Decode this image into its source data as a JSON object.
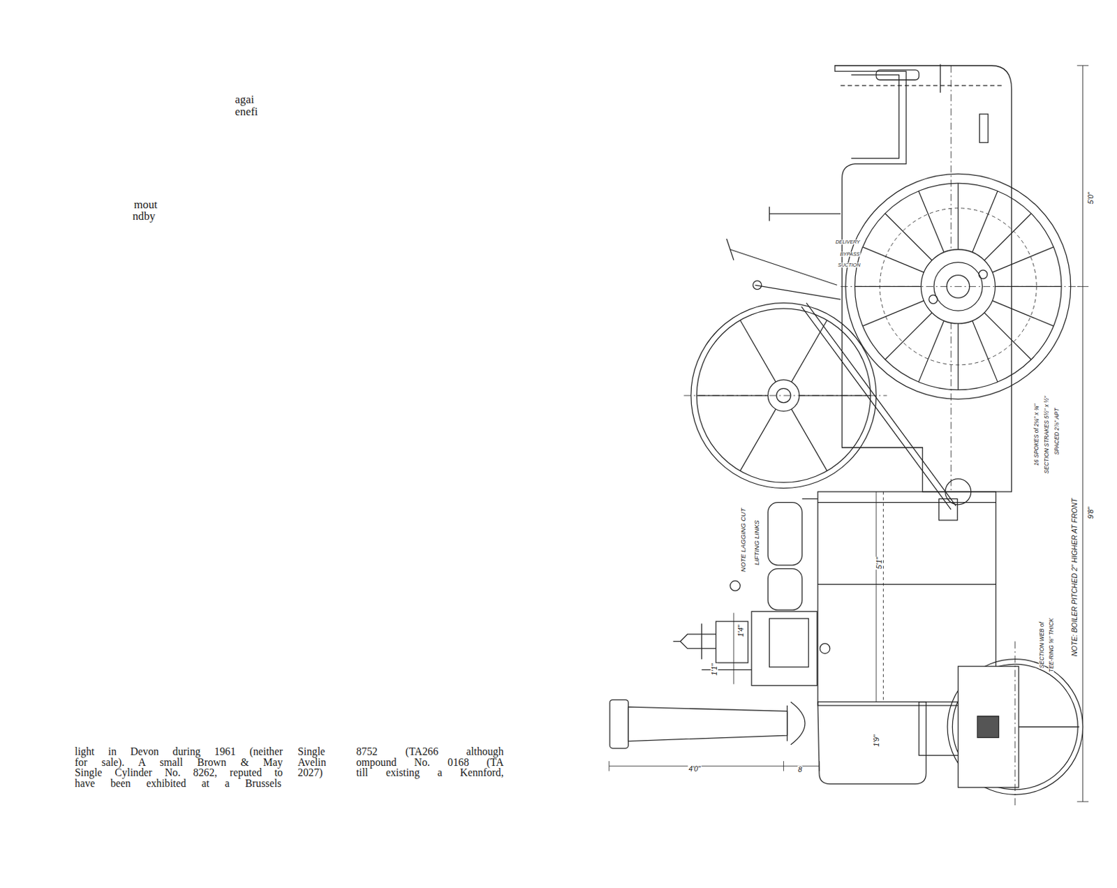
{
  "diagram": {
    "labels": [
      "agai",
      "enefi",
      "mout",
      "ndby",
      "light in Devon during 1961 (neither",
      "for sale).  A small Brown & May",
      "Single Cylinder No. 8262, reputed to",
      "have been exhibited at a Brussels",
      "Single",
      "Avelin",
      "2027)",
      "8752 (TA266 although",
      "ompound No. 0168 (TA",
      "till existing a Kennford,",
      "5'0\"",
      "DELIVERY",
      "BYPASS",
      "SUCTION",
      "16 SPOKES of 2¼\" x ¾\"",
      "SECTION STRAKES 5½\" x ½\"",
      "SPACED 2⅞\" APT",
      "9'8\"",
      "NOTE: BOILER PITCHED 2\" HIGHER AT FRONT",
      "SECTION WEB of",
      "TEE-RING ⅝\" THICK",
      "NOTE LAGGING CUT",
      "LIFTING LINKS",
      "5'1\"",
      "1'4\"",
      "1'1\"",
      "1'9\"",
      "4'0\"",
      "8"
    ]
  }
}
